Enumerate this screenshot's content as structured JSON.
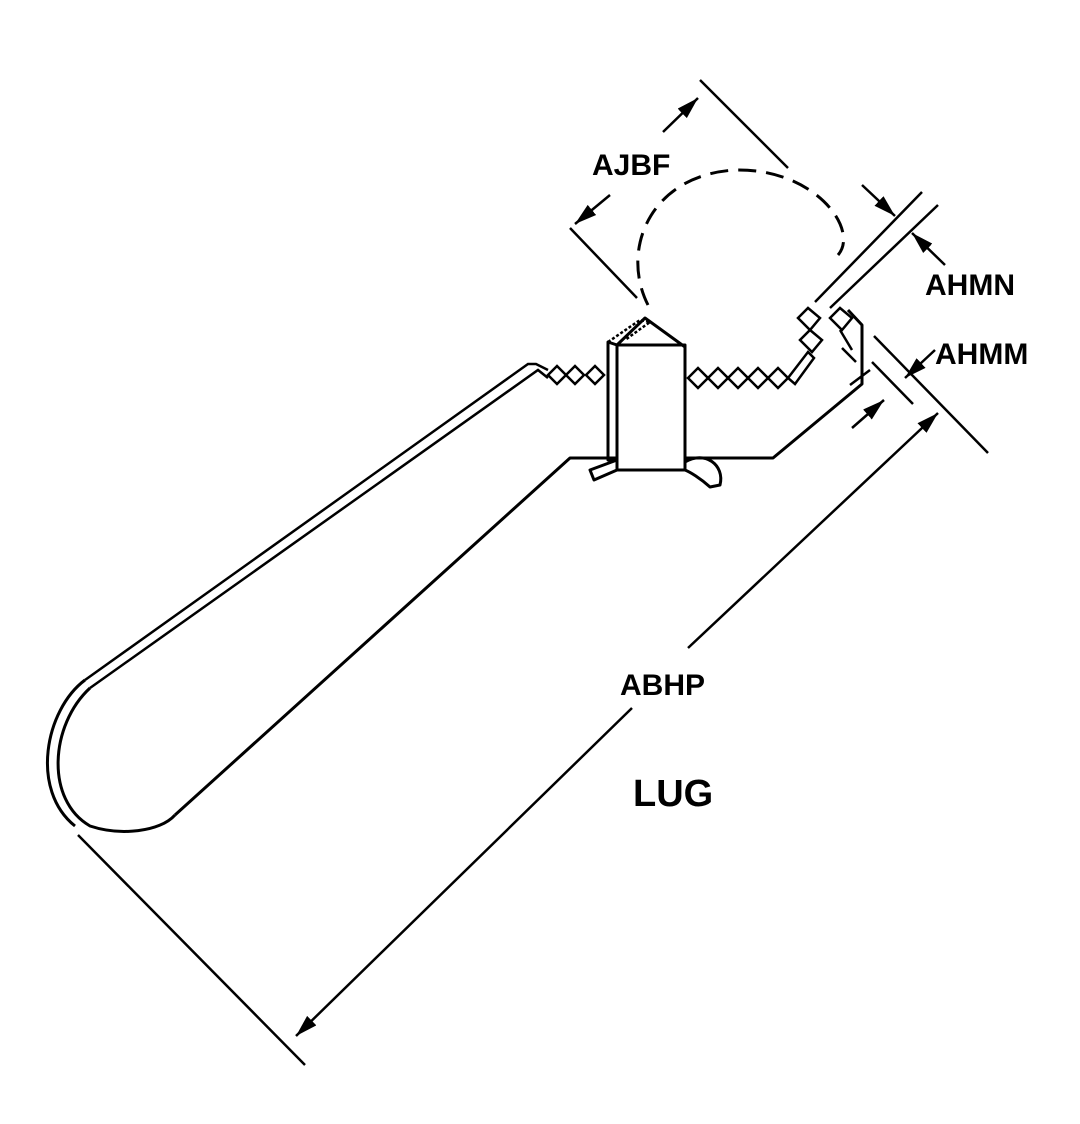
{
  "diagram": {
    "title": "LUG",
    "dimensions": [
      {
        "id": "ajbf",
        "label": "AJBF"
      },
      {
        "id": "ahmn",
        "label": "AHMN"
      },
      {
        "id": "ahmm",
        "label": "AHMM"
      },
      {
        "id": "abhp",
        "label": "ABHP"
      }
    ]
  }
}
